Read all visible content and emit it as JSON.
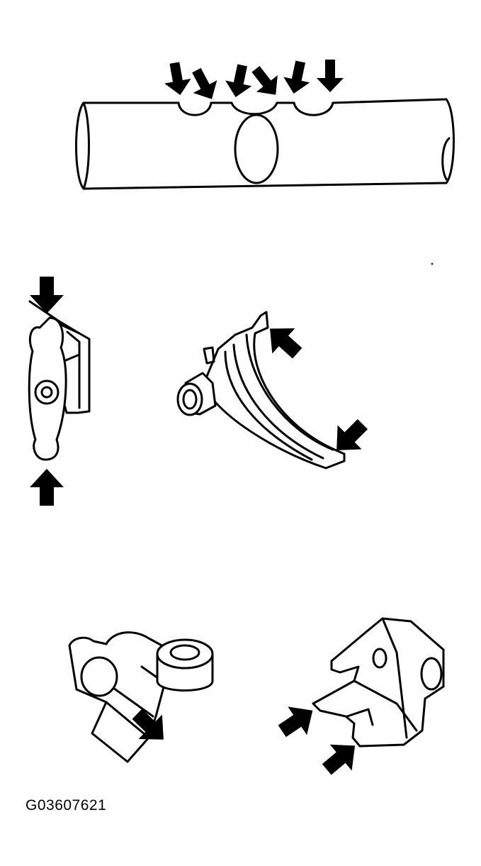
{
  "figure_id": "G03607621",
  "colors": {
    "line": "#000000",
    "background": "#ffffff"
  },
  "components": [
    {
      "name": "shift-shaft",
      "arrows": 6
    },
    {
      "name": "shift-fork-side",
      "arrows": 2
    },
    {
      "name": "shift-fork",
      "arrows": 2
    },
    {
      "name": "shift-lever-left",
      "arrows": 1
    },
    {
      "name": "shift-lever-right",
      "arrows": 2
    }
  ]
}
